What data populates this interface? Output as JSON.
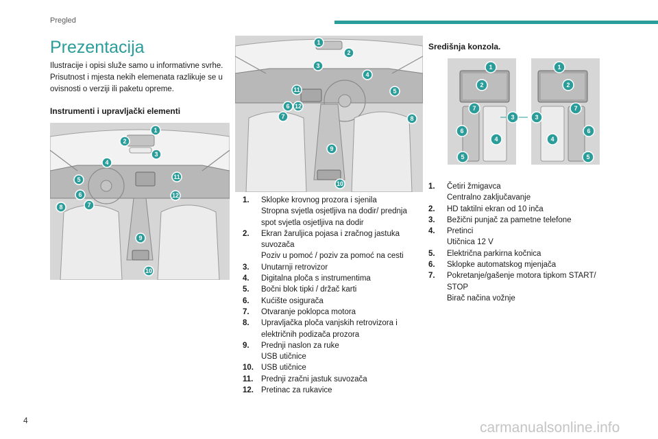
{
  "header": {
    "section": "Pregled",
    "accent_color": "#2a9d9a"
  },
  "page": {
    "number": "4"
  },
  "title": "Prezentacija",
  "intro": "Ilustracije i opisi služe samo u informativne svrhe. Prisutnost i mjesta nekih elemenata razlikuje se u ovisnosti o verziji ili paketu opreme.",
  "section_instruments": {
    "heading": "Instrumenti i upravljački elementi"
  },
  "section_console": {
    "heading": "Središnja konzola."
  },
  "callouts": [
    "1",
    "2",
    "3",
    "4",
    "5",
    "6",
    "7",
    "8",
    "9",
    "10",
    "11",
    "12"
  ],
  "legend_instruments": [
    {
      "num": "1.",
      "lines": [
        "Sklopke krovnog prozora i sjenila",
        "Stropna svjetla osjetljiva na dodir/ prednja spot svjetla osjetljiva na dodir"
      ]
    },
    {
      "num": "2.",
      "lines": [
        "Ekran žaruljica pojasa i zračnog jastuka suvozača",
        "Poziv u pomoć / poziv za pomoć na cesti"
      ]
    },
    {
      "num": "3.",
      "lines": [
        "Unutarnji retrovizor"
      ]
    },
    {
      "num": "4.",
      "lines": [
        "Digitalna ploča s instrumentima"
      ]
    },
    {
      "num": "5.",
      "lines": [
        "Bočni blok tipki / držač karti"
      ]
    },
    {
      "num": "6.",
      "lines": [
        "Kućište osigurača"
      ]
    },
    {
      "num": "7.",
      "lines": [
        "Otvaranje poklopca motora"
      ]
    },
    {
      "num": "8.",
      "lines": [
        "Upravljačka ploča vanjskih retrovizora i električnih podizača prozora"
      ]
    },
    {
      "num": "9.",
      "lines": [
        "Prednji naslon za ruke",
        "USB utičnice"
      ]
    },
    {
      "num": "10.",
      "lines": [
        "USB utičnice"
      ]
    },
    {
      "num": "11.",
      "lines": [
        "Prednji zračni jastuk suvozača"
      ]
    },
    {
      "num": "12.",
      "lines": [
        "Pretinac za rukavice"
      ]
    }
  ],
  "legend_console": [
    {
      "num": "1.",
      "lines": [
        "Četiri žmigavca",
        "Centralno zaključavanje"
      ]
    },
    {
      "num": "2.",
      "lines": [
        "HD taktilni ekran od 10 inča"
      ]
    },
    {
      "num": "3.",
      "lines": [
        "Bežični punjač za pametne telefone"
      ]
    },
    {
      "num": "4.",
      "lines": [
        "Pretinci",
        "Utičnica 12 V"
      ]
    },
    {
      "num": "5.",
      "lines": [
        "Električna parkirna kočnica"
      ]
    },
    {
      "num": "6.",
      "lines": [
        "Sklopke automatskog mjenjača"
      ]
    },
    {
      "num": "7.",
      "lines": [
        "Pokretanje/gašenje motora tipkom START/ STOP",
        "Birač načina vožnje"
      ]
    }
  ],
  "watermark": "carmanualsonline.info"
}
